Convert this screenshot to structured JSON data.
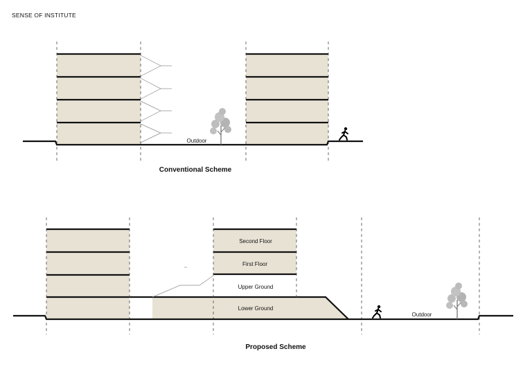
{
  "header": {
    "title": "SENSE OF INSTITUTE"
  },
  "conventional": {
    "caption": "Conventional Scheme",
    "outdoor_label": "Outdoor"
  },
  "proposed": {
    "caption": "Proposed Scheme",
    "outdoor_label": "Outdoor",
    "floors": [
      "Second Floor",
      "First Floor",
      "Upper Ground",
      "Lower Ground"
    ]
  },
  "colors": {
    "floor_fill": "#e8e2d5",
    "line": "#111111",
    "tree": "#aaaaaa"
  },
  "icons": [
    "tree-icon",
    "runner-icon"
  ]
}
